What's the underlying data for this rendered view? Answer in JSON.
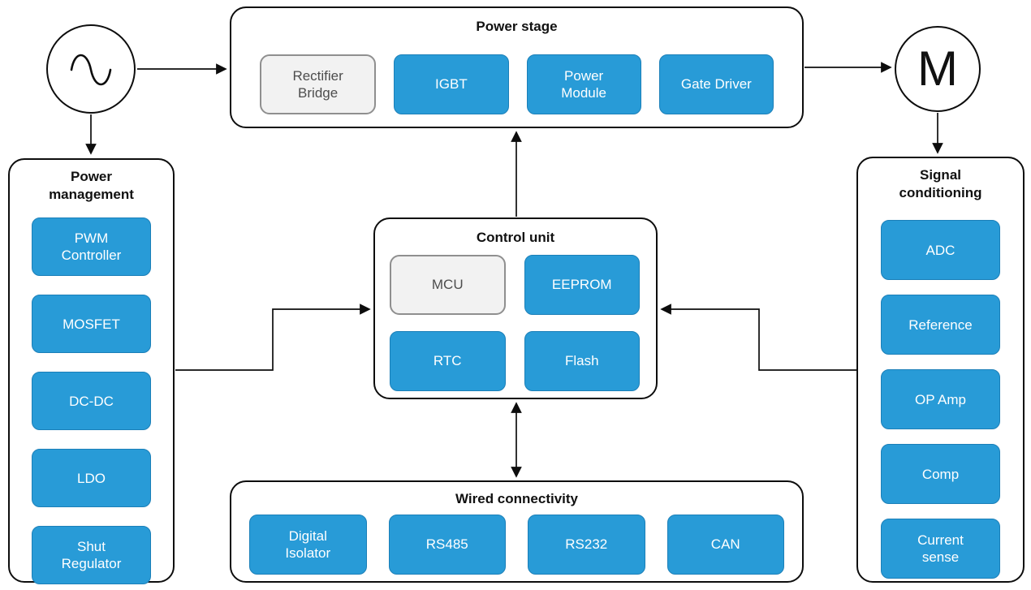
{
  "colors": {
    "accent_blue": "#289bd7",
    "accent_blue_border": "#1b7fb8",
    "muted_fill": "#f2f2f2",
    "muted_border": "#8f8f8f",
    "outline_black": "#0d0d0d",
    "chip_text": "#ffffff",
    "muted_text": "#4d4d4d"
  },
  "nodes": {
    "ac_source": {
      "icon": "sine-wave"
    },
    "motor": {
      "label": "M"
    }
  },
  "groups": {
    "power_stage": {
      "title": "Power stage",
      "items": [
        {
          "label": "Rectifier Bridge",
          "variant": "muted"
        },
        {
          "label": "IGBT",
          "variant": "accent"
        },
        {
          "label": "Power Module",
          "variant": "accent"
        },
        {
          "label": "Gate Driver",
          "variant": "accent"
        }
      ]
    },
    "power_management": {
      "title": "Power management",
      "items": [
        {
          "label": "PWM Controller",
          "variant": "accent"
        },
        {
          "label": "MOSFET",
          "variant": "accent"
        },
        {
          "label": "DC-DC",
          "variant": "accent"
        },
        {
          "label": "LDO",
          "variant": "accent"
        },
        {
          "label": "Shut Regulator",
          "variant": "accent"
        }
      ]
    },
    "control_unit": {
      "title": "Control unit",
      "items": [
        {
          "label": "MCU",
          "variant": "muted"
        },
        {
          "label": "EEPROM",
          "variant": "accent"
        },
        {
          "label": "RTC",
          "variant": "accent"
        },
        {
          "label": "Flash",
          "variant": "accent"
        }
      ]
    },
    "signal_conditioning": {
      "title": "Signal conditioning",
      "items": [
        {
          "label": "ADC",
          "variant": "accent"
        },
        {
          "label": "Reference",
          "variant": "accent"
        },
        {
          "label": "OP Amp",
          "variant": "accent"
        },
        {
          "label": "Comp",
          "variant": "accent"
        },
        {
          "label": "Current sense",
          "variant": "accent"
        }
      ]
    },
    "wired_connectivity": {
      "title": "Wired connectivity",
      "items": [
        {
          "label": "Digital Isolator",
          "variant": "accent"
        },
        {
          "label": "RS485",
          "variant": "accent"
        },
        {
          "label": "RS232",
          "variant": "accent"
        },
        {
          "label": "CAN",
          "variant": "accent"
        }
      ]
    }
  },
  "connections": [
    {
      "from": "ac-source",
      "to": "power-stage",
      "style": "arrow"
    },
    {
      "from": "ac-source",
      "to": "power-management",
      "style": "arrow"
    },
    {
      "from": "power-stage",
      "to": "motor",
      "style": "arrow"
    },
    {
      "from": "motor",
      "to": "signal-conditioning",
      "style": "arrow"
    },
    {
      "from": "control-unit",
      "to": "power-stage",
      "style": "arrow"
    },
    {
      "from": "control-unit",
      "to": "wired-connectivity",
      "style": "double-arrow"
    },
    {
      "from": "power-management",
      "to": "control-unit",
      "style": "elbow-arrow"
    },
    {
      "from": "signal-conditioning",
      "to": "control-unit",
      "style": "elbow-arrow"
    }
  ]
}
